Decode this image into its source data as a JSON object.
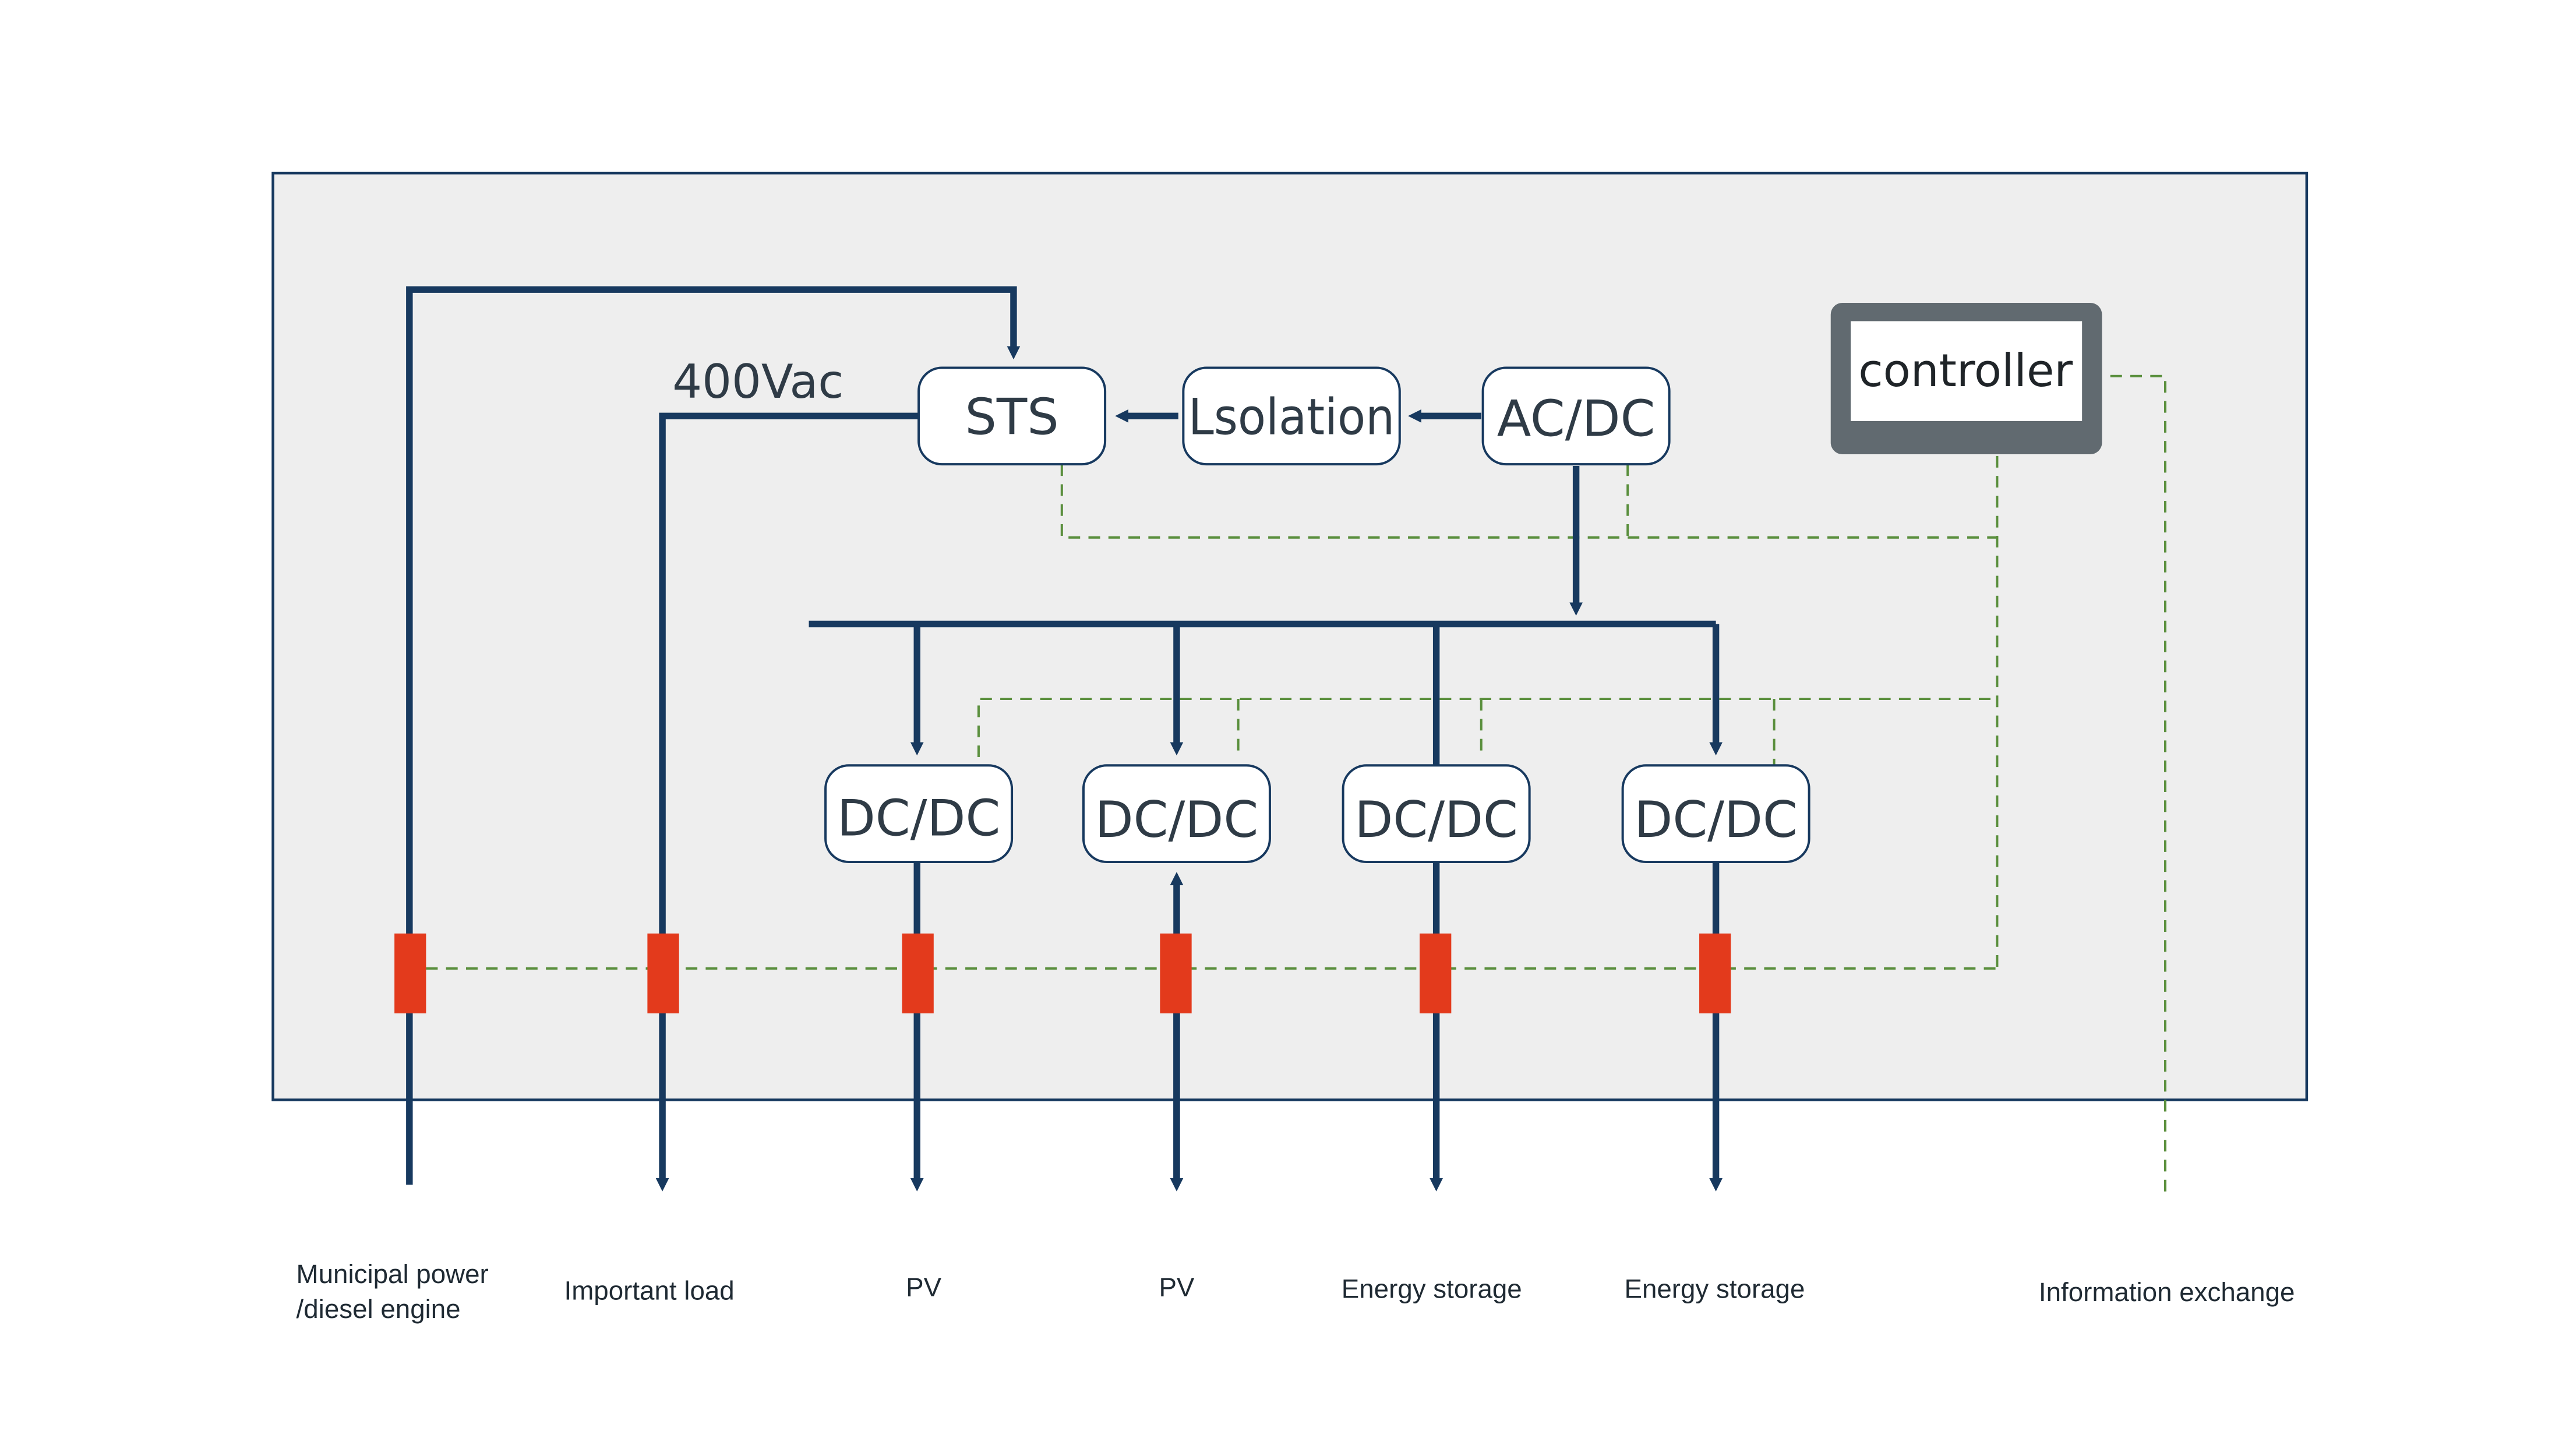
{
  "colors": {
    "line": "#17395f",
    "dashed": "#5a8f3d",
    "breaker": "#e33a1c",
    "panel_fill": "#eeeeee",
    "panel_border": "#17395f",
    "controller_frame": "#616a70"
  },
  "nodes": {
    "sts": "STS",
    "isolation": "Lsolation",
    "acdc": "AC/DC",
    "dcdc_1": "DC/DC",
    "dcdc_2": "DC/DC",
    "dcdc_3": "DC/DC",
    "dcdc_4": "DC/DC",
    "controller": "controller"
  },
  "voltage_label": "400Vac",
  "bottom_labels": {
    "municipal_line1": "Municipal power",
    "municipal_line2": "/diesel engine",
    "important_load": "Important load",
    "pv_1": "PV",
    "pv_2": "PV",
    "energy_storage_1": "Energy storage",
    "energy_storage_2": "Energy storage",
    "information_exchange": "Information exchange"
  }
}
